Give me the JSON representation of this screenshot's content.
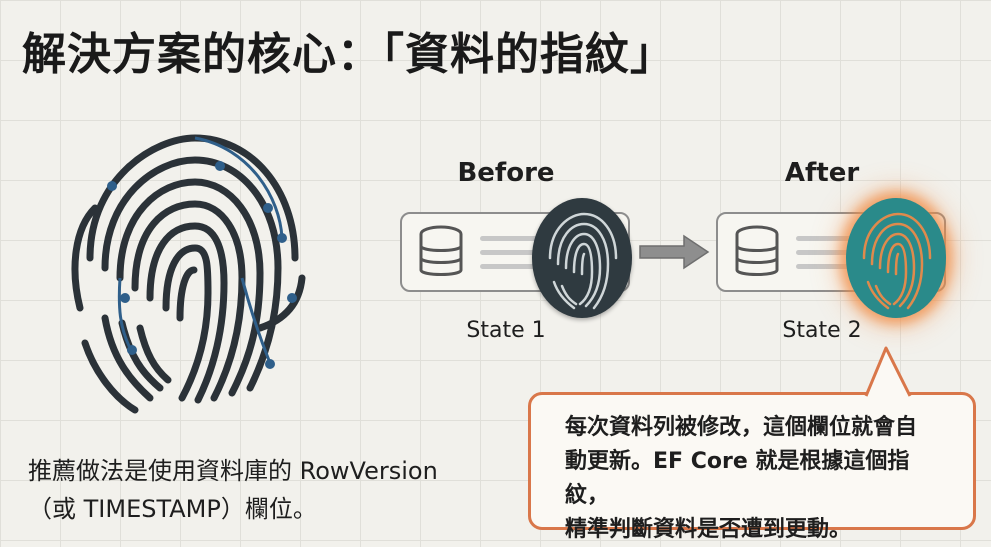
{
  "title": "解決方案的核心：「資料的指紋」",
  "left_note": {
    "line1": "推薦做法是使用資料庫的 RowVersion",
    "line2": "（或 TIMESTAMP）欄位。"
  },
  "before": {
    "label": "Before",
    "caption": "State 1"
  },
  "after": {
    "label": "After",
    "caption": "State 2"
  },
  "callout": {
    "line1": "每次資料列被修改，這個欄位就會自",
    "line2": "動更新。EF Core 就是根據這個指紋，",
    "line3": "精準判斷資料是否遭到更動。"
  },
  "colors": {
    "accent_orange": "#d9774a",
    "teal": "#2a8a8a",
    "fingerprint_dark": "#2b3238",
    "fingerprint_blue": "#2f5f8a"
  },
  "icons": [
    "fingerprint-icon",
    "database-icon",
    "arrow-right-icon"
  ]
}
